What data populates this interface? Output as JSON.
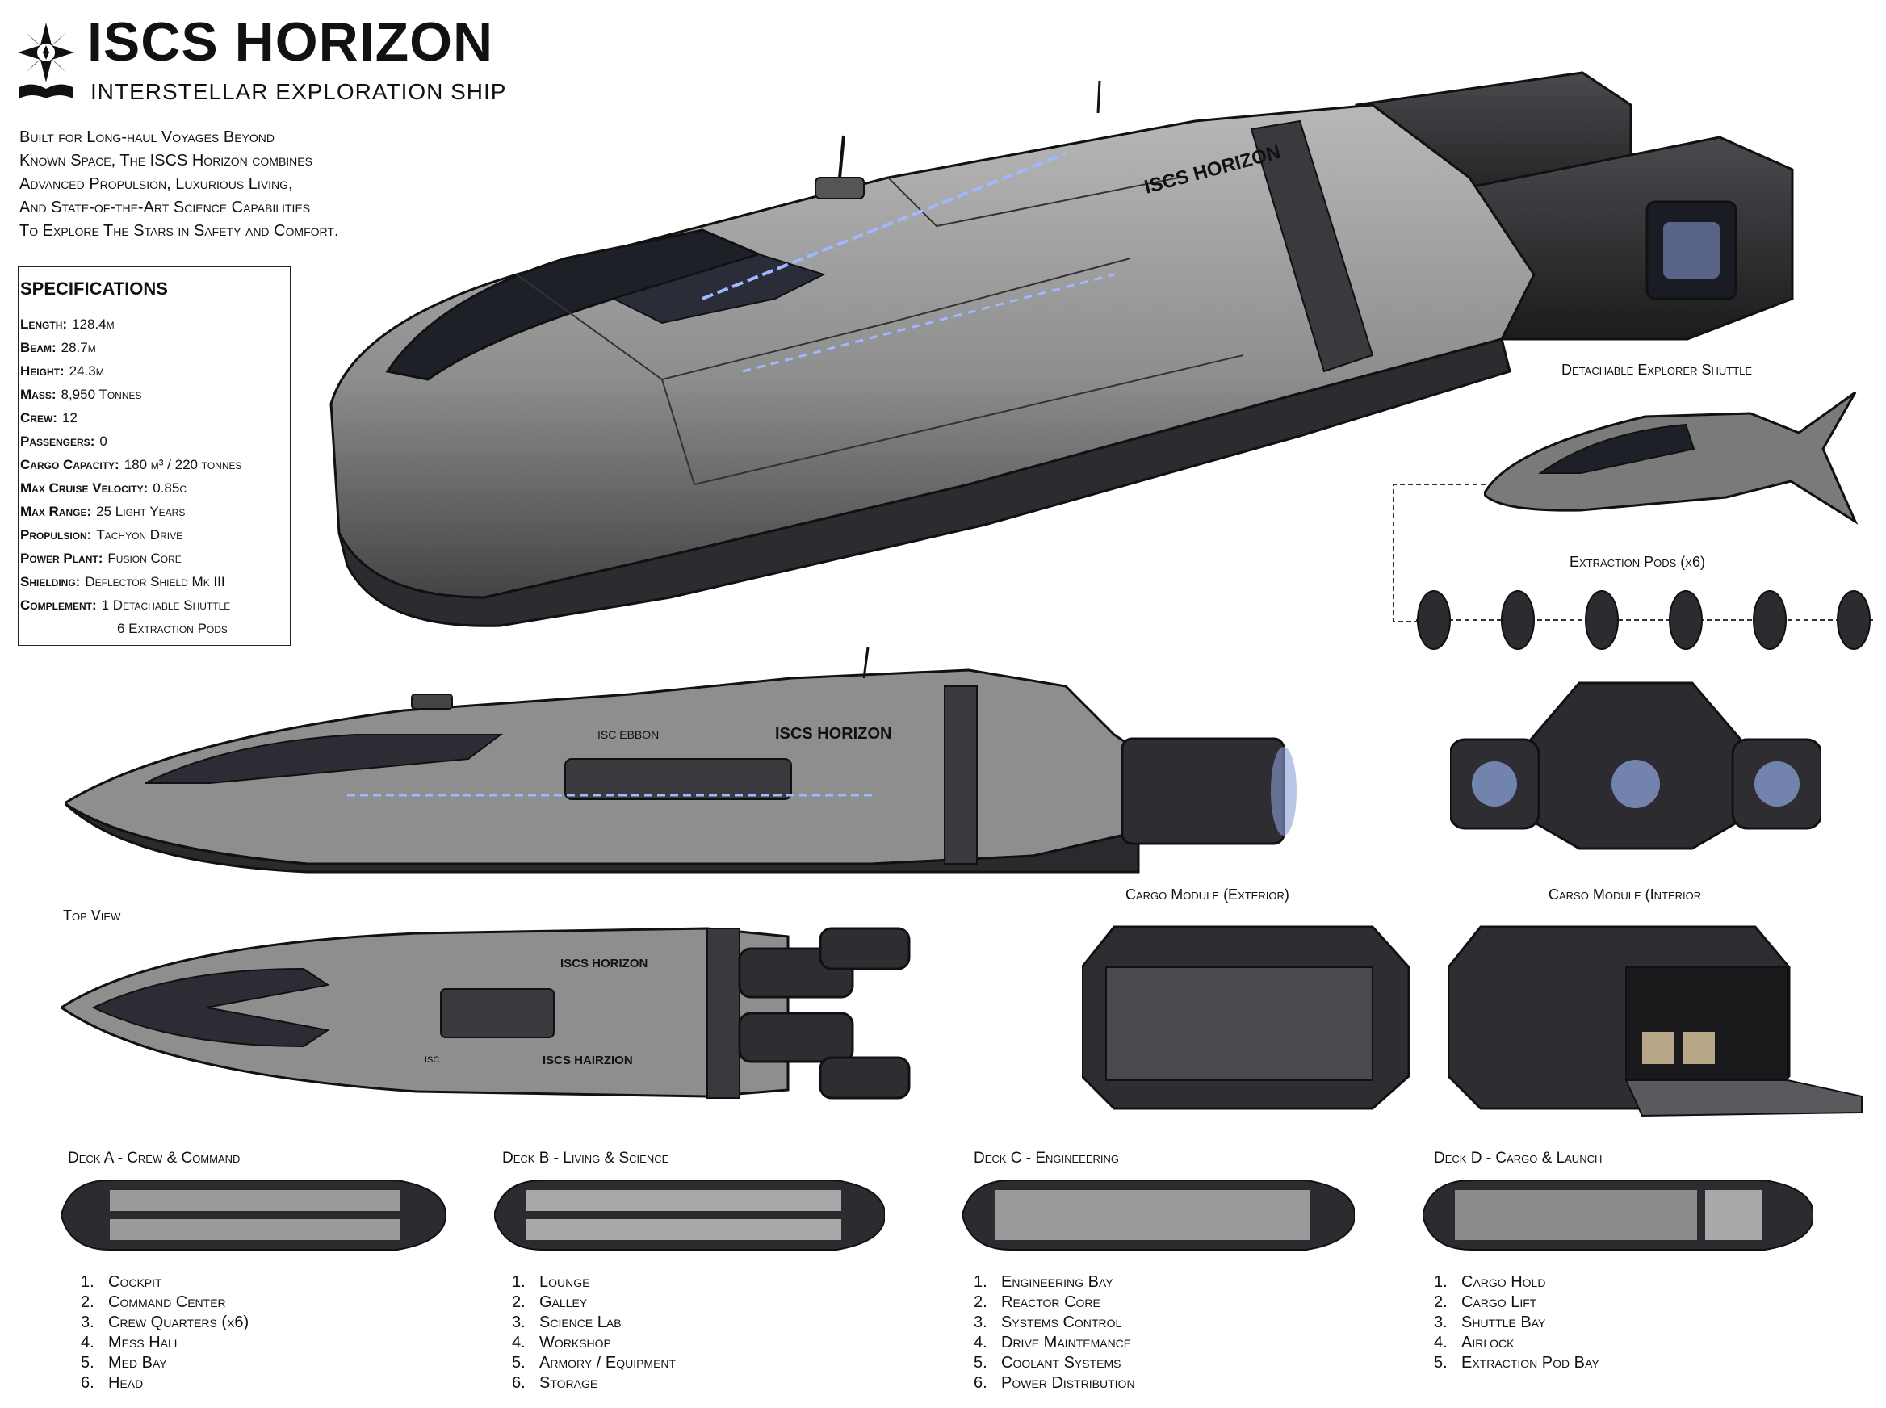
{
  "header": {
    "title": "ISCS HORIZON",
    "subtitle": "INTERSTELLAR EXPLORATION SHIP",
    "intro_lines": [
      "Built for Long-haul Voyages Beyond",
      "Known Space, The ISCS Horizon combines",
      "Advanced Propulsion, Luxurious Living,",
      "And State-of-the-Art Science Capabilities",
      "To Explore The Stars in Safety and Comfort."
    ]
  },
  "specs": {
    "heading": "SPECIFICATIONS",
    "rows": [
      {
        "k": "Length:",
        "v": "128.4m"
      },
      {
        "k": "Beam:",
        "v": "28.7m"
      },
      {
        "k": "Height:",
        "v": "24.3m"
      },
      {
        "k": "Mass:",
        "v": "8,950 Tonnes"
      },
      {
        "k": "Crew:",
        "v": "12"
      },
      {
        "k": "Passengers:",
        "v": "0"
      },
      {
        "k": "Cargo Capacity:",
        "v": "180 m³ / 220 tonnes"
      },
      {
        "k": "Max Cruise Velocity:",
        "v": "0.85c"
      },
      {
        "k": "Max Range:",
        "v": "25 Light Years"
      },
      {
        "k": "Propulsion:",
        "v": "Tachyon Drive"
      },
      {
        "k": "Power Plant:",
        "v": "Fusion Core"
      },
      {
        "k": "Shielding:",
        "v": "Deflector Shield Mk III"
      },
      {
        "k": "Complement:",
        "v": "1 Detachable Shuttle"
      }
    ],
    "complement_extra": "6 Extraction Pods"
  },
  "hull_markings": {
    "main": "ISCS HORIZON",
    "side": "ISCS HORIZON",
    "side_small": "ISC EBBON",
    "top_a": "ISCS HORIZON",
    "top_b": "ISCS HAIRZION",
    "top_c": "ISC"
  },
  "labels": {
    "shuttle": "Detachable Explorer Shuttle",
    "pods": "Extraction Pods (x6)",
    "top_view": "Top View",
    "cargo_ext": "Cargo Module (Exterior)",
    "cargo_int": "Carso Module (Interior"
  },
  "decks": [
    {
      "title": "Deck A - Crew & Command",
      "items": [
        "Cockpit",
        "Command Center",
        "Crew Quarters (x6)",
        "Mess Hall",
        "Med Bay",
        "Head"
      ]
    },
    {
      "title": "Deck B - Living & Science",
      "items": [
        "Lounge",
        "Galley",
        "Science Lab",
        "Workshop",
        "Armory / Equipment",
        "Storage"
      ]
    },
    {
      "title": "Deck C - Engineeering",
      "items": [
        "Engineering Bay",
        "Reactor Core",
        "Systems Control",
        "Drive Maintemance",
        "Coolant Systems",
        "Power Distribution"
      ]
    },
    {
      "title": "Deck D - Cargo & Launch",
      "items": [
        "Cargo Hold",
        "Cargo Lift",
        "Shuttle Bay",
        "Airlock",
        "Extraction Pod Bay"
      ]
    }
  ],
  "icons": {
    "logo": "compass-star-book-icon"
  },
  "colors": {
    "hull_light": "#9a9a9a",
    "hull_dark": "#2e2e30",
    "glow": "#9fb8ff",
    "ink": "#111111"
  }
}
